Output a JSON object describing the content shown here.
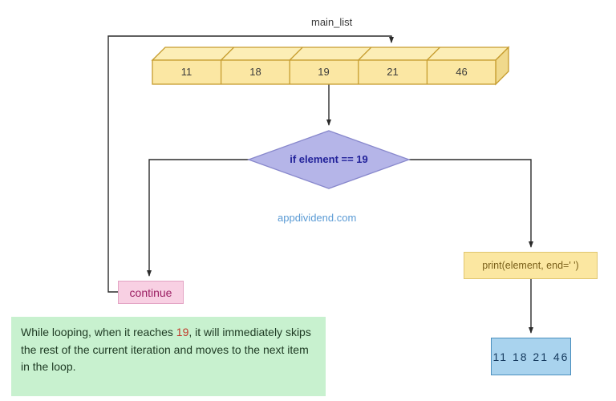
{
  "title_label": "main_list",
  "watermark": "appdividend.com",
  "array": {
    "cells": [
      "11",
      "18",
      "19",
      "21",
      "46"
    ]
  },
  "decision": {
    "label": "if element == 19"
  },
  "continue_box": {
    "label": "continue"
  },
  "print_box": {
    "label": "print(element, end=' ')"
  },
  "output_box": {
    "label": "11 18 21 46"
  },
  "note": {
    "part1": "While looping, when it reaches ",
    "highlight": "19",
    "part2": ", it will immediately skips the rest of the current iteration and moves to the next item in the loop."
  },
  "colors": {
    "array_fill": "#fbe7a3",
    "array_stroke": "#c69c2e",
    "diamond_fill": "#b5b5e8",
    "diamond_stroke": "#8888cc",
    "continue_fill": "#f8d0e3",
    "print_fill": "#fbe7a1",
    "output_fill": "#a9d3ee",
    "note_fill": "#c8f1cf",
    "connector": "#2b2b2b",
    "highlight_red": "#c0392b",
    "watermark_blue": "#5b9bd5"
  }
}
